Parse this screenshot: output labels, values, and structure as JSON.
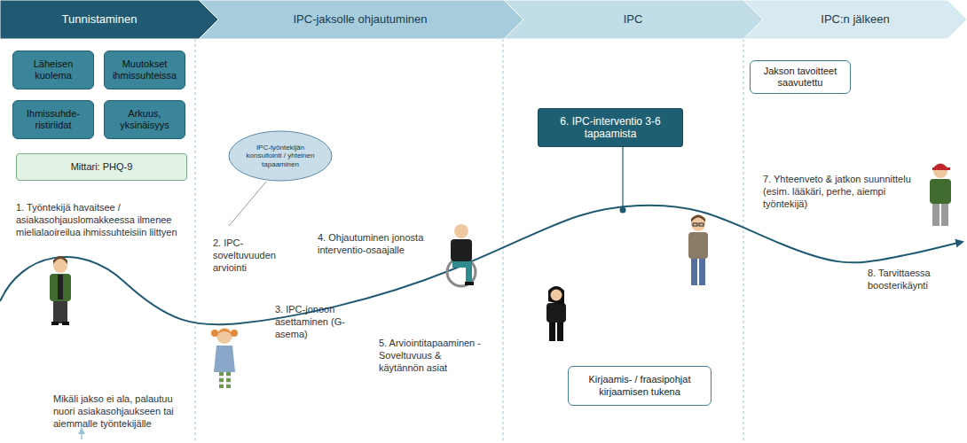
{
  "diagram": {
    "nodes": [
      {
        "text": [
          "Tunnistaminen"
        ]
      },
      {
        "text": [
          "IPC-jaksolle ohjautuminen"
        ]
      },
      {
        "text": [
          "IPC"
        ]
      },
      {
        "text": [
          "IPC:n jälkeen"
        ]
      },
      {
        "text": [
          "Läheisen kuolema"
        ]
      },
      {
        "text": [
          "Muutokset ihmissuhteissa"
        ]
      },
      {
        "text": [
          "Ihmissuhde-ristiriidat"
        ]
      },
      {
        "text": [
          "Arkuus, yksinäisyys"
        ]
      },
      {
        "text": [
          "Mittari: PHQ-9"
        ]
      },
      {
        "text": [
          "IPC-työntekijän konsultointi / yhteinen tapaaminen"
        ]
      },
      {
        "text": [
          "6. IPC-interventio 3-6 tapaamista"
        ]
      },
      {
        "text": [
          "Kirjaamis- / fraasipohjat kirjaamisen tukena"
        ]
      },
      {
        "text": [
          "Jakson tavoitteet saavutettu"
        ]
      }
    ],
    "labels": [
      "1. Työntekijä havaitsee / asiakasohjauslomakkeessa ilmenee mielialaoireilua ihmissuhteisiin liittyen",
      "2. IPC-soveltuvuuden arviointi",
      "3. IPC-jonoon asettaminen (G-asema)",
      "4. Ohjautuminen jonosta interventio-osaajalle",
      "5. Arviointitapaaminen - Soveltuvuus & käytännön asiat",
      "7. Yhteenveto & jatkon suunnittelu (esim. lääkäri, perhe, aiempi työntekijä)",
      "8. Tarvittaessa boosterikäynti",
      "Mikäli jakso ei ala, palautuu nuori asiakasohjaukseen tai aiemmalle työntekijälle"
    ]
  }
}
